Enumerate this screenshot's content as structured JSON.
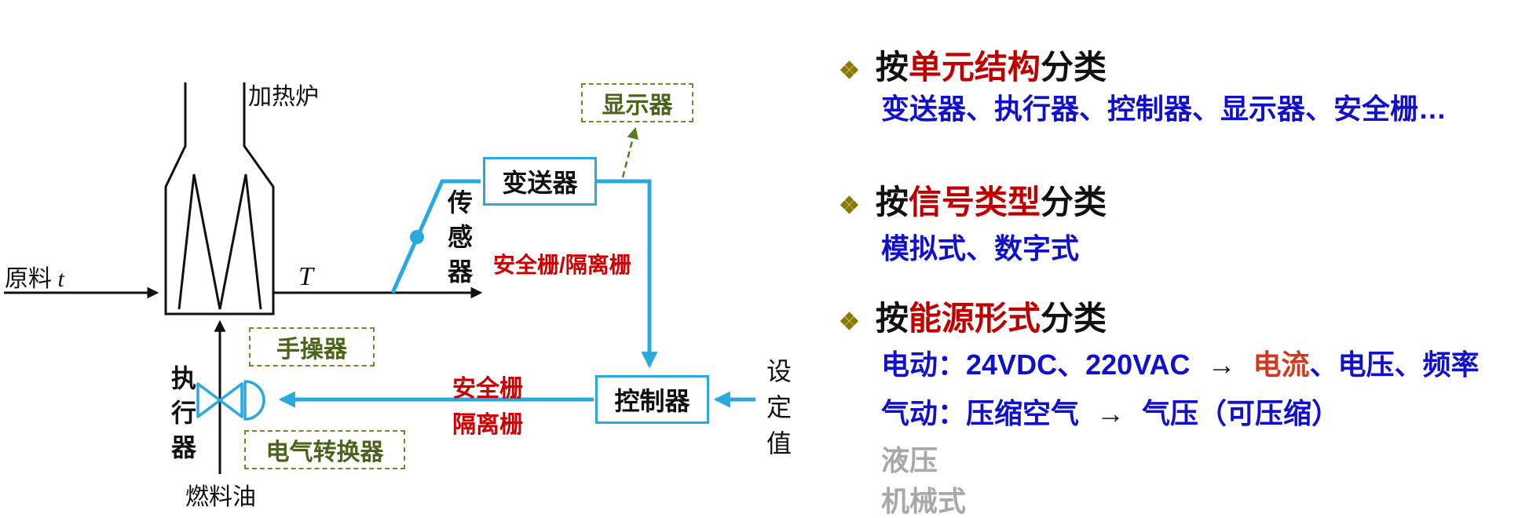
{
  "colors": {
    "cyan": "#29a9e0",
    "red": "#cc0000",
    "darkred": "#c00000",
    "red2": "#d4381e",
    "blue": "#1111cc",
    "olive": "#8a7a00",
    "green": "#567d1e",
    "gbox": "#6f8a28",
    "gtext": "#4a641c",
    "gray": "#a8a8a8"
  },
  "diagram": {
    "furnace": "加热炉",
    "feed": "原料",
    "feed_var": "t",
    "temp_var": "T",
    "sensor": "传\n感\n器",
    "transmitter": "变送器",
    "display": "显示器",
    "barrier_inline": "安全栅/隔离栅",
    "barrier_upper": "安全栅",
    "barrier_lower": "隔离栅",
    "controller": "控制器",
    "setpoint": "设\n定\n值",
    "actuator": "执\n行\n器",
    "manual": "手操器",
    "converter": "电气转换器",
    "fuel": "燃料油"
  },
  "panel": {
    "bullet": "❖",
    "s1": {
      "h_pre": "按",
      "h_em": "单元结构",
      "h_post": "分类",
      "body": "变送器、执行器、控制器、显示器、安全栅…"
    },
    "s2": {
      "h_pre": "按",
      "h_em": "信号类型",
      "h_post": "分类",
      "body": "模拟式、数字式"
    },
    "s3": {
      "h_pre": "按",
      "h_em": "能源形式",
      "h_post": "分类",
      "electric_label": "电动：",
      "electric_values": "24VDC、220VAC",
      "arrow": "→",
      "electric_red": "电流",
      "electric_rest": "、电压、频率",
      "pneumatic": "气动：压缩空气",
      "pneumatic_result": "气压（可压缩）",
      "hydraulic": "液压",
      "mechanical": "机械式"
    }
  }
}
